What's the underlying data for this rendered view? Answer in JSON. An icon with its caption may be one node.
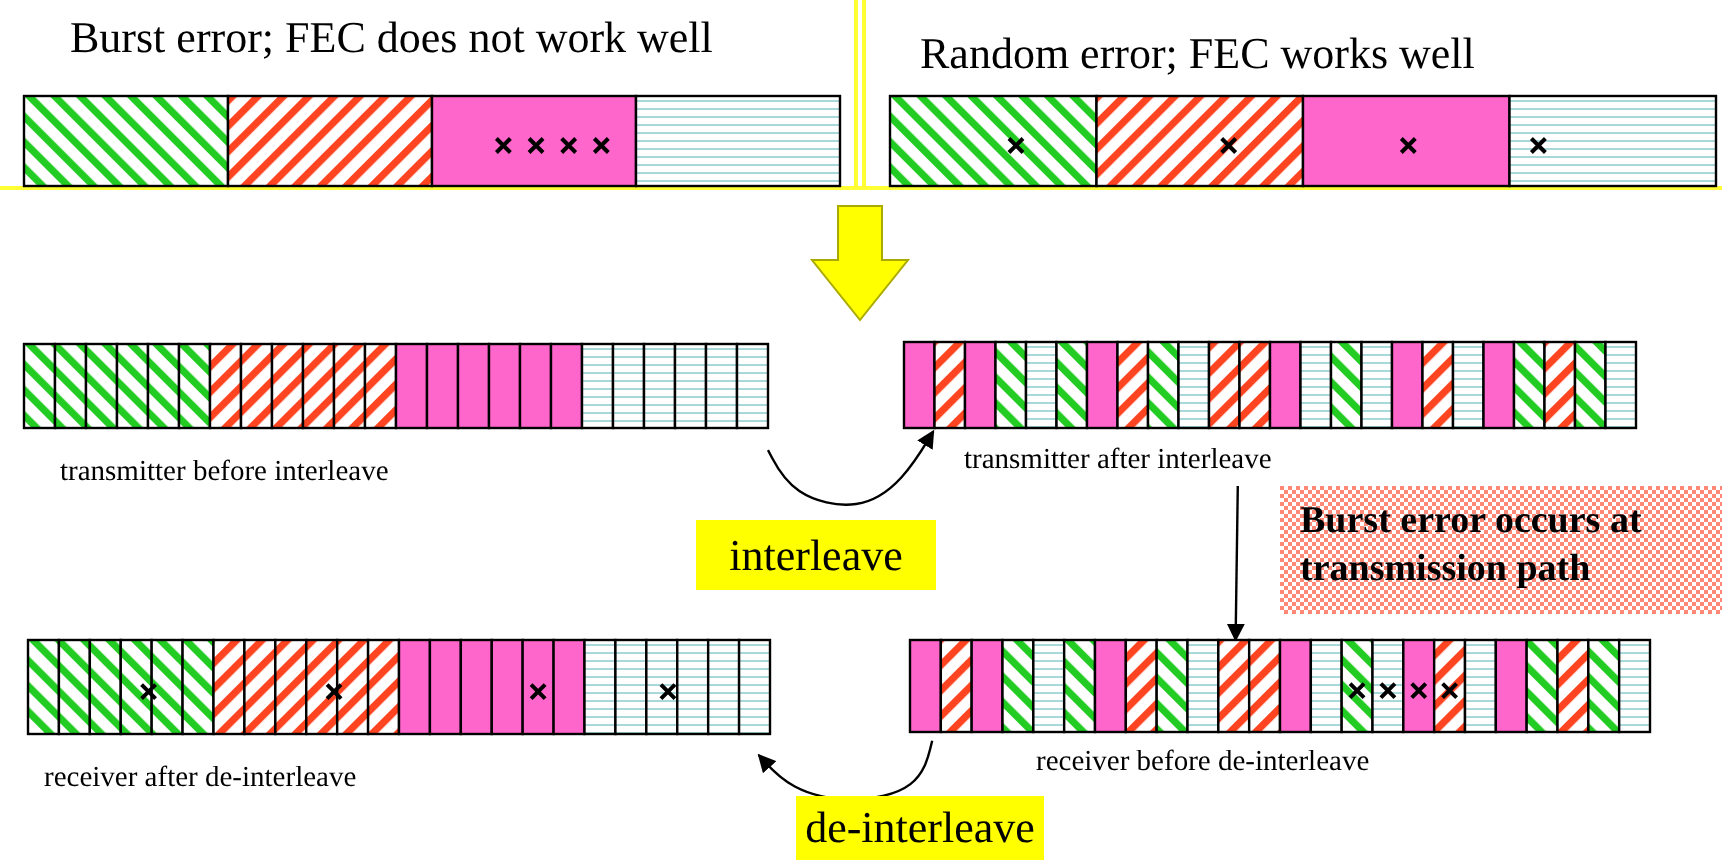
{
  "diagram": {
    "nodes": [
      {
        "text": [
          "Burst error; FEC does not work well"
        ]
      },
      {
        "text": [
          "Random error; FEC works well"
        ]
      },
      {
        "text": [],
        "shape": "bar",
        "beside": [
          "transmitter before interleave"
        ]
      },
      {
        "text": [],
        "shape": "bar",
        "beside": [
          "transmitter after interleave"
        ]
      },
      {
        "text": [
          "Burst error occurs at transmission path"
        ]
      },
      {
        "text": [],
        "shape": "bar",
        "beside": [
          "receiver before de-interleave"
        ]
      },
      {
        "text": [],
        "shape": "bar",
        "beside": [
          "receiver after de-interleave"
        ]
      }
    ],
    "edges": [
      {
        "from": 0,
        "to": 3,
        "arrow": "to",
        "style": "thick",
        "color": "#ffff00"
      },
      {
        "from": 2,
        "to": 3,
        "arrow": "to",
        "label": "interleave"
      },
      {
        "from": 3,
        "to": 5,
        "arrow": "to"
      },
      {
        "from": 5,
        "to": 6,
        "arrow": "to",
        "label": "de-interleave"
      }
    ]
  }
}
